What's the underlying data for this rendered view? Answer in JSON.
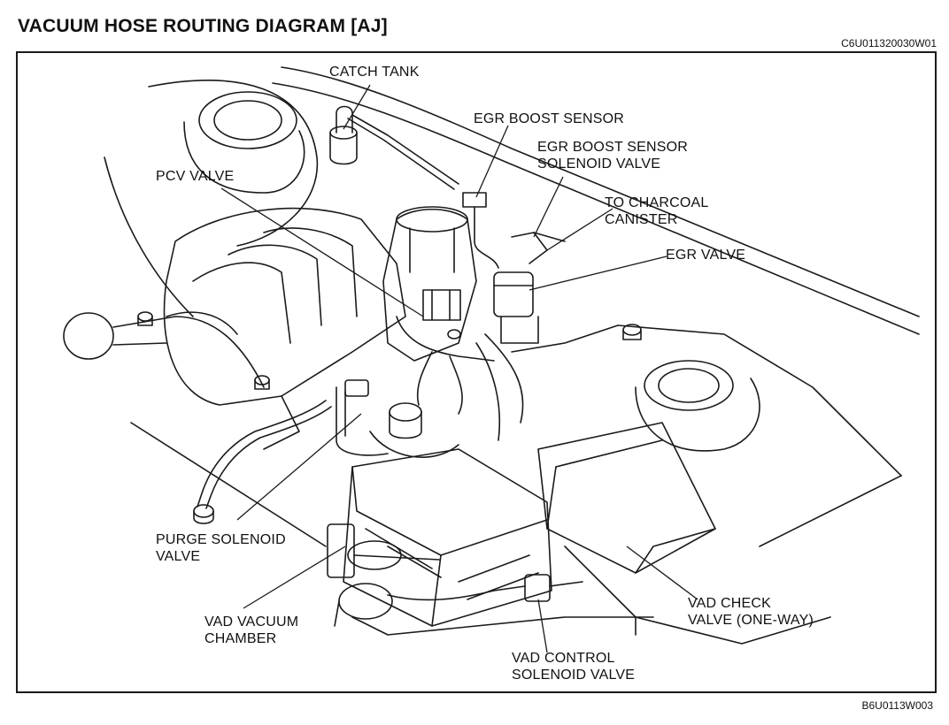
{
  "header": {
    "title": "VACUUM HOSE ROUTING DIAGRAM [AJ]",
    "code_top": "C6U011320030W01",
    "code_bottom": "B6U0113W003"
  },
  "labels": {
    "catch_tank": "CATCH TANK",
    "egr_boost_sensor": "EGR BOOST SENSOR",
    "egr_boost_sensor_solenoid_valve": "EGR BOOST SENSOR\nSOLENOID VALVE",
    "pcv_valve": "PCV VALVE",
    "to_charcoal_canister": "TO CHARCOAL\nCANISTER",
    "egr_valve": "EGR VALVE",
    "purge_solenoid_valve": "PURGE SOLENOID\nVALVE",
    "vad_vacuum_chamber": "VAD VACUUM\nCHAMBER",
    "vad_check_valve": "VAD CHECK\nVALVE (ONE-WAY)",
    "vad_control_solenoid_valve": "VAD CONTROL\nSOLENOID VALVE"
  },
  "colors": {
    "ink": "#1a1a1a",
    "paper": "#ffffff"
  }
}
